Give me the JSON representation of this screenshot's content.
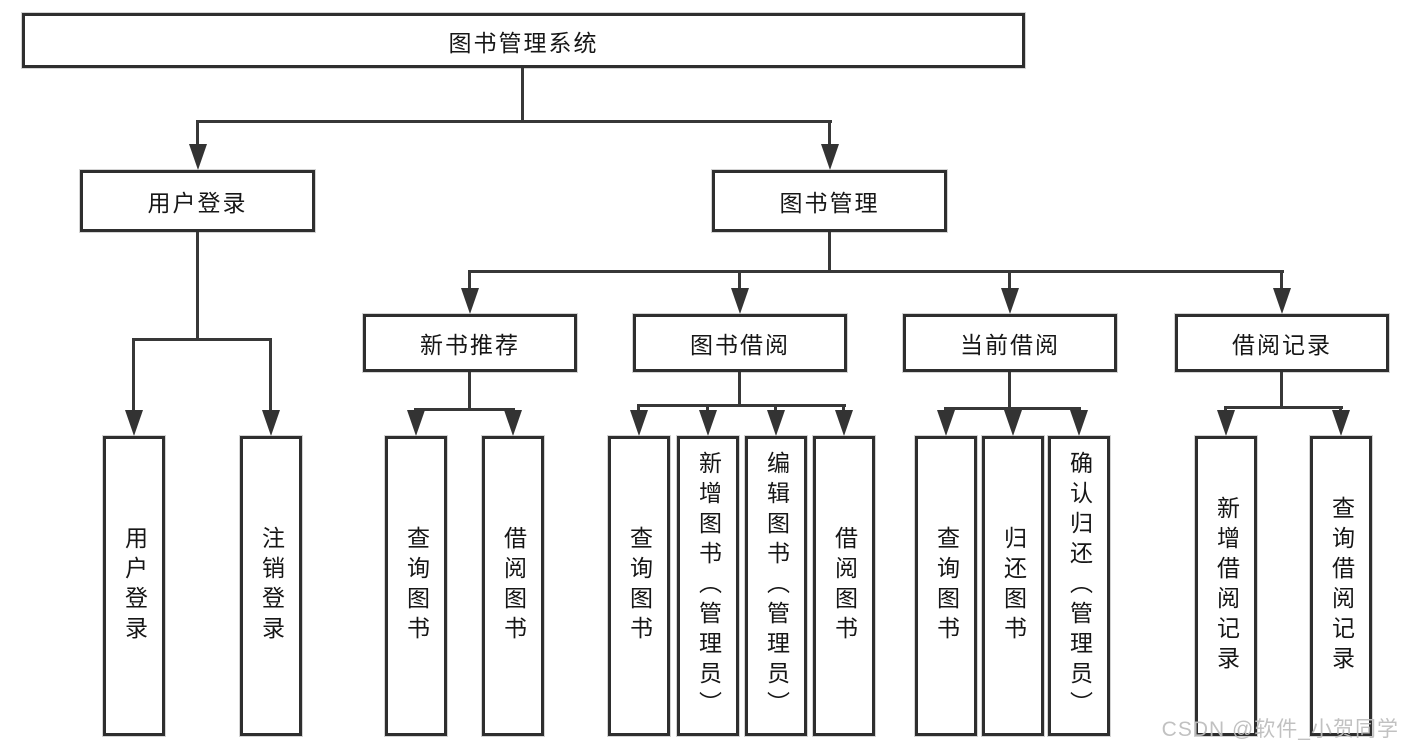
{
  "tree": {
    "root": "图书管理系统",
    "user_login": {
      "label": "用户登录",
      "children": [
        "用户登录",
        "注销登录"
      ]
    },
    "book_mgmt": {
      "label": "图书管理",
      "sections": [
        {
          "label": "新书推荐",
          "children": [
            "查询图书",
            "借阅图书"
          ]
        },
        {
          "label": "图书借阅",
          "children": [
            "查询图书",
            "新增图书（管理员）",
            "编辑图书（管理员）",
            "借阅图书"
          ]
        },
        {
          "label": "当前借阅",
          "children": [
            "查询图书",
            "归还图书",
            "确认归还（管理员）"
          ]
        },
        {
          "label": "借阅记录",
          "children": [
            "新增借阅记录",
            "查询借阅记录"
          ]
        }
      ]
    }
  },
  "watermark": {
    "text": "CSDN @软件_小贺同学"
  },
  "colors": {
    "line": "#383838",
    "box_border": "#2e2e2e",
    "text": "#161616",
    "watermark": "#bebebe",
    "background": "#ffffff"
  }
}
